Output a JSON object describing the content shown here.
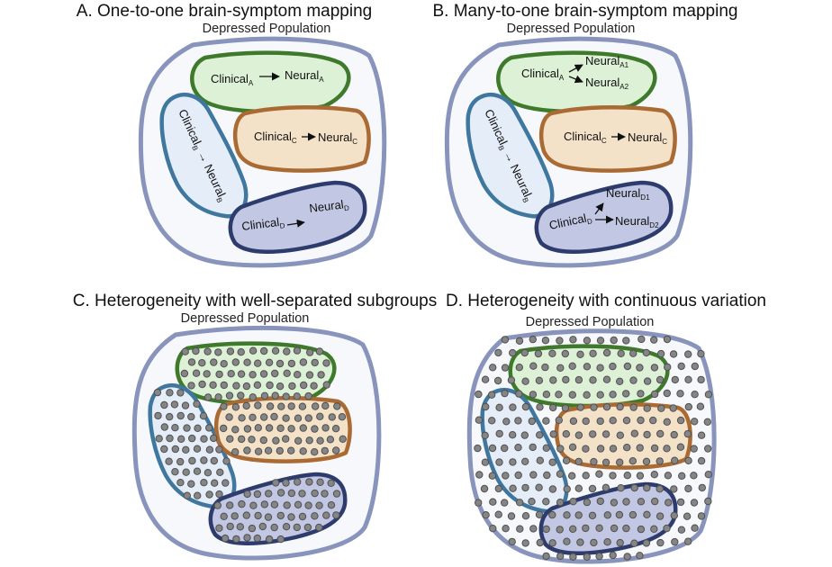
{
  "panels": {
    "a": {
      "title": "A. One-to-one brain-symptom mapping",
      "population": "Depressed Population"
    },
    "b": {
      "title": "B. Many-to-one brain-symptom mapping",
      "population": "Depressed Population"
    },
    "c": {
      "title": "C. Heterogeneity with well-separated subgroups",
      "population": "Depressed Population"
    },
    "d": {
      "title": "D. Heterogeneity with continuous variation",
      "population": "Depressed Population"
    }
  },
  "labels": {
    "clinical": "Clinical",
    "neural": "Neural",
    "sub_a": "A",
    "sub_b": "B",
    "sub_c": "C",
    "sub_d": "D",
    "sub_a1": "A1",
    "sub_a2": "A2",
    "sub_d1": "D1",
    "sub_d2": "D2"
  },
  "colors": {
    "population_fill": "#f7f8fc",
    "population_stroke": "#8894bc",
    "subgroup_a_fill": "#dcf1d6",
    "subgroup_a_stroke": "#3f7a2c",
    "subgroup_b_fill": "#e5eef8",
    "subgroup_b_stroke": "#3f779f",
    "subgroup_c_fill": "#f4e2c8",
    "subgroup_c_stroke": "#aa6a33",
    "subgroup_d_fill": "#c2c7e4",
    "subgroup_d_stroke": "#2d3c6c",
    "individual_dot": "#858585"
  }
}
